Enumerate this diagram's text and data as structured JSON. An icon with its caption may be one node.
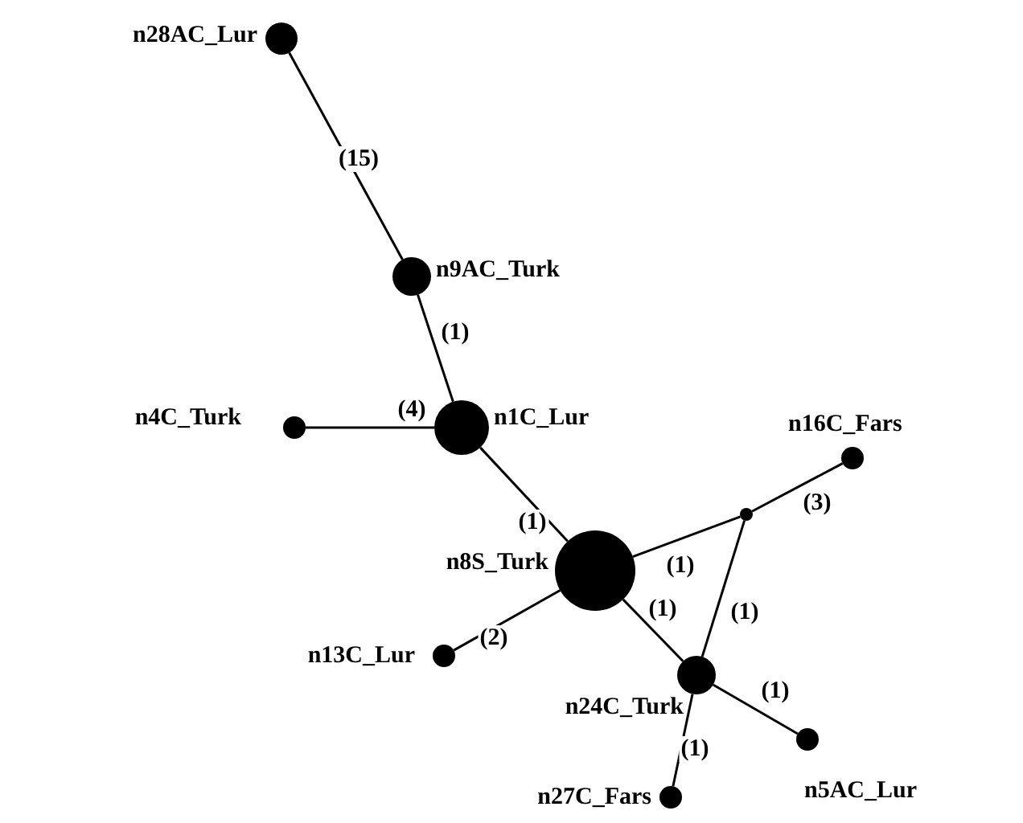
{
  "diagram": {
    "nodes": [
      {
        "text": [
          "n28AC_Lur"
        ]
      },
      {
        "text": [
          "n9AC_Turk"
        ]
      },
      {
        "text": [
          "n4C_Turk"
        ]
      },
      {
        "text": [
          "n1C_Lur"
        ]
      },
      {
        "text": [
          "n16C_Fars"
        ]
      },
      {
        "text": [],
        "shape": "circle"
      },
      {
        "text": [
          "n8S_Turk"
        ]
      },
      {
        "text": [
          "n13C_Lur"
        ]
      },
      {
        "text": [
          "n24C_Turk"
        ]
      },
      {
        "text": [
          "n5AC_Lur"
        ]
      },
      {
        "text": [
          "n27C_Fars"
        ]
      }
    ],
    "edges": [
      {
        "from": 0,
        "to": 1,
        "arrow": "none",
        "label": "(15)"
      },
      {
        "from": 1,
        "to": 3,
        "arrow": "none",
        "label": "(1)"
      },
      {
        "from": 2,
        "to": 3,
        "arrow": "none",
        "label": "(4)"
      },
      {
        "from": 3,
        "to": 6,
        "arrow": "none",
        "label": "(1)"
      },
      {
        "from": 5,
        "to": 4,
        "arrow": "none",
        "label": "(3)"
      },
      {
        "from": 6,
        "to": 5,
        "arrow": "none",
        "label": "(1)"
      },
      {
        "from": 6,
        "to": 8,
        "arrow": "none",
        "label": "(1)"
      },
      {
        "from": 5,
        "to": 8,
        "arrow": "none",
        "label": "(1)"
      },
      {
        "from": 6,
        "to": 7,
        "arrow": "none",
        "label": "(2)"
      },
      {
        "from": 8,
        "to": 9,
        "arrow": "none",
        "label": "(1)"
      },
      {
        "from": 8,
        "to": 10,
        "arrow": "none",
        "label": "(1)"
      }
    ]
  }
}
